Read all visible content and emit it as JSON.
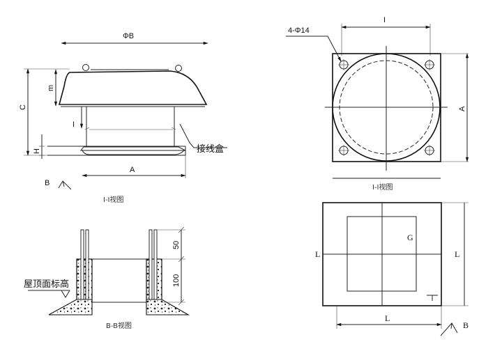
{
  "elevation": {
    "dim_diameter": "ΦB",
    "dim_m": "m",
    "dim_c": "C",
    "dim_h": "H",
    "dim_a": "A",
    "section_mark_i": "I",
    "section_mark_b": "B",
    "junction_box": "接线盒",
    "caption": "I-I视图"
  },
  "plan": {
    "bolt_note": "4-Φ14",
    "dim_i": "I",
    "dim_a": "A",
    "caption": "I-I视图"
  },
  "base_section": {
    "dim_50": "50",
    "dim_100": "100",
    "roof_level": "屋顶面标高",
    "caption": "B-B视图"
  },
  "opening": {
    "dim_g": "G",
    "dim_l_left": "L",
    "dim_l_right": "L",
    "dim_l_bottom": "L",
    "section_mark_b": "B"
  }
}
